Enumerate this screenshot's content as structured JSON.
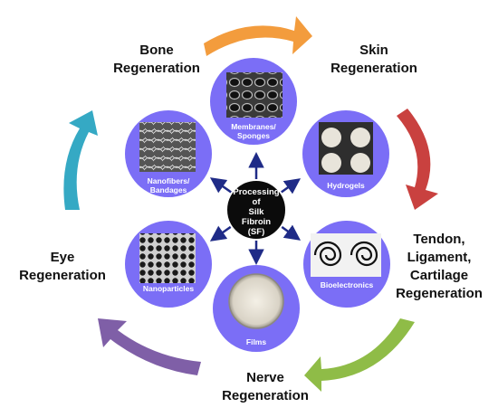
{
  "regeneration": {
    "bone": [
      "Bone",
      "Regeneration"
    ],
    "skin": [
      "Skin",
      "Regeneration"
    ],
    "tendon": [
      "Tendon,",
      "Ligament,",
      "Cartilage",
      "Regeneration"
    ],
    "nerve": [
      "Nerve",
      "Regeneration"
    ],
    "eye": [
      "Eye",
      "Regeneration"
    ]
  },
  "center": {
    "lines": [
      "Processing",
      "of",
      "Silk",
      "Fibroin",
      "(SF)"
    ]
  },
  "nodes": {
    "membranes": [
      "Membranes/",
      "Sponges"
    ],
    "hydrogels": [
      "Hydrogels"
    ],
    "bioelectronics": [
      "Bioelectronics"
    ],
    "films": [
      "Films"
    ],
    "nanoparticles": [
      "Nanoparticles"
    ],
    "nanofibers": [
      "Nanofibers/",
      "Bandages"
    ]
  },
  "colors": {
    "node_circle": "#7b6ef6",
    "center_circle": "#0b0b0b",
    "spoke_arrow": "#1f2b87",
    "arrow_orange": "#f39c3d",
    "arrow_red": "#c9413f",
    "arrow_green": "#8fbc47",
    "arrow_purple": "#7f5fa7",
    "arrow_teal": "#35a9c4"
  }
}
